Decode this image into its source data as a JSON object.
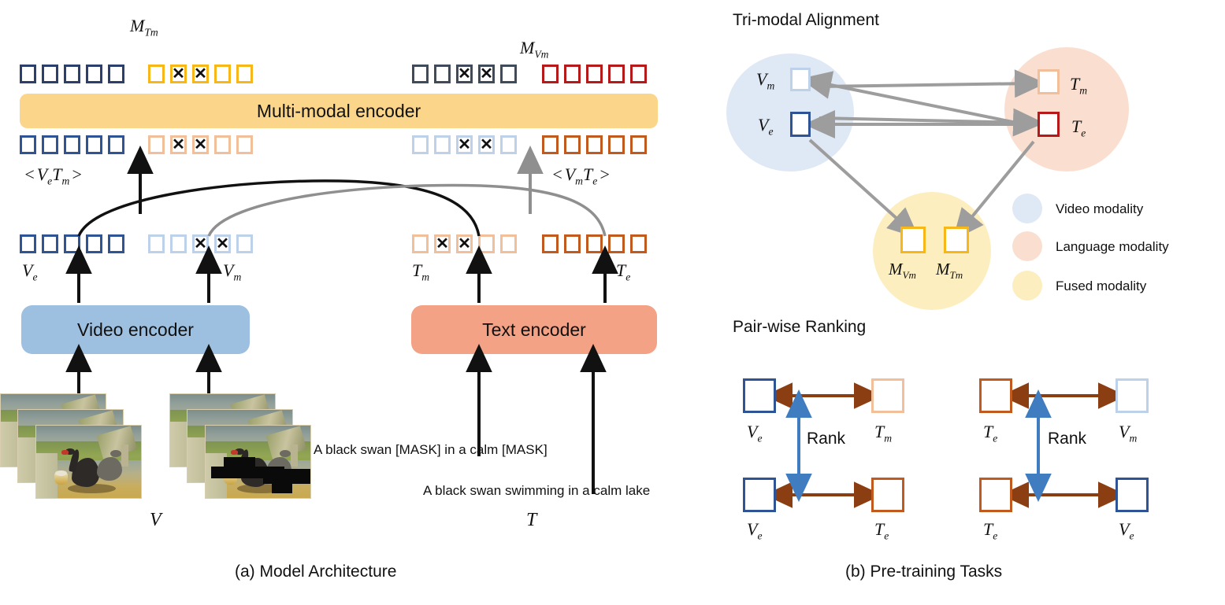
{
  "figure": {
    "caption_a": "(a) Model Architecture",
    "caption_b": "(b) Pre-training Tasks"
  },
  "colors": {
    "navy_dark": "#2c3e6b",
    "navy_mid": "#2f5496",
    "blue_light": "#bdd2ea",
    "slate": "#3f4a5a",
    "red_dark": "#b51919",
    "orange_dark": "#c05a1e",
    "orange_light": "#f2bf9b",
    "yellow": "#f7b718",
    "mm_encoder_bg": "#fbd58a",
    "video_encoder_bg": "#9ec0e0",
    "text_encoder_bg": "#f3a285",
    "bubble_video": "#dfe8f5",
    "bubble_language": "#fadfd0",
    "bubble_fused": "#fdeec0",
    "arrow_grey": "#9d9d9d",
    "arrow_brown": "#8b3e11",
    "arrow_blue": "#3f7cc0"
  },
  "architecture": {
    "multimodal_encoder_label": "Multi-modal encoder",
    "video_encoder_label": "Video encoder",
    "text_encoder_label": "Text encoder",
    "top_labels": {
      "m_tm": "M",
      "m_tm_sub": "Tm",
      "m_vm": "M",
      "m_vm_sub": "Vm"
    },
    "pair_labels": {
      "left": "< VeTm >",
      "right": "< VmTe >"
    },
    "token_labels": {
      "ve": "Ve",
      "vm": "Vm",
      "tm": "Tm",
      "te": "Te"
    },
    "input_labels": {
      "video": "V",
      "text": "T"
    },
    "texts": {
      "masked_sentence": "A black swan [MASK] in a calm [MASK]",
      "full_sentence": "A black swan swimming in a calm lake"
    },
    "token_rows": {
      "top": [
        {
          "name": "ve-top",
          "color": "#2c3e6b",
          "count": 5,
          "masked": []
        },
        {
          "name": "mtm-top",
          "color": "#f7b718",
          "count": 5,
          "masked": [
            1,
            2
          ]
        },
        {
          "name": "mvm-top",
          "color": "#3f4a5a",
          "count": 5,
          "masked": [
            2,
            3
          ]
        },
        {
          "name": "te-top",
          "color": "#b51919",
          "count": 5,
          "masked": []
        }
      ],
      "mid": [
        {
          "name": "ve-mid",
          "color": "#2f5496",
          "count": 5,
          "masked": []
        },
        {
          "name": "tm-mid",
          "color": "#f2bf9b",
          "count": 5,
          "masked": [
            1,
            2
          ]
        },
        {
          "name": "vm-mid",
          "color": "#bdd2ea",
          "count": 5,
          "masked": [
            2,
            3
          ]
        },
        {
          "name": "te-mid",
          "color": "#c05a1e",
          "count": 5,
          "masked": []
        }
      ],
      "bottom": [
        {
          "name": "ve-out",
          "color": "#2f5496",
          "count": 5,
          "masked": []
        },
        {
          "name": "vm-out",
          "color": "#bdd2ea",
          "count": 5,
          "masked": [
            2,
            3
          ]
        },
        {
          "name": "tm-out",
          "color": "#f2bf9b",
          "count": 5,
          "masked": [
            1,
            2
          ]
        },
        {
          "name": "te-out",
          "color": "#c05a1e",
          "count": 5,
          "masked": []
        }
      ]
    }
  },
  "tri_modal": {
    "title": "Tri-modal Alignment",
    "nodes": {
      "vm": "Vm",
      "ve": "Ve",
      "tm": "Tm",
      "te": "Te",
      "mvm": "MVm",
      "mtm": "MTm"
    },
    "legend": [
      {
        "label": "Video modality",
        "color": "#dfe8f5"
      },
      {
        "label": "Language modality",
        "color": "#fadfd0"
      },
      {
        "label": "Fused modality",
        "color": "#fdeec0"
      }
    ]
  },
  "pairwise": {
    "title": "Pair-wise Ranking",
    "rank_label": "Rank",
    "left_group": {
      "top_left": "Ve",
      "top_right": "Tm",
      "bottom_left": "Ve",
      "bottom_right": "Te"
    },
    "right_group": {
      "top_left": "Te",
      "top_right": "Vm",
      "bottom_left": "Te",
      "bottom_right": "Ve"
    }
  }
}
